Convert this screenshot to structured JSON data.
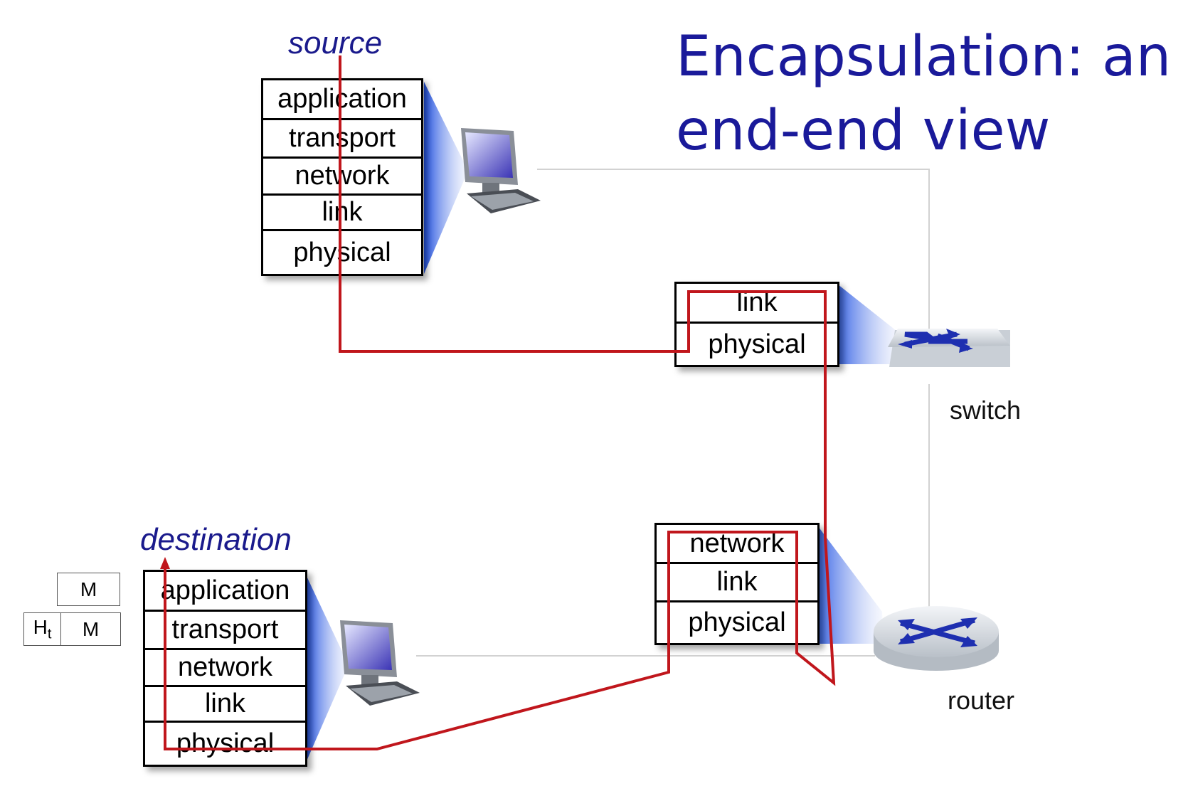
{
  "title": {
    "line1": "Encapsulation: an",
    "line2": "end-end view"
  },
  "labels": {
    "source": "source",
    "destination": "destination",
    "switch": "switch",
    "router": "router"
  },
  "source_stack": [
    "application",
    "transport",
    "network",
    "link",
    "physical"
  ],
  "switch_stack": [
    "link",
    "physical"
  ],
  "router_stack": [
    "network",
    "link",
    "physical"
  ],
  "destination_stack": [
    "application",
    "transport",
    "network",
    "link",
    "physical"
  ],
  "messages": {
    "m1": "M",
    "h": "H",
    "h_sub": "t",
    "m2": "M"
  },
  "colors": {
    "title": "#1a1a9a",
    "path": "#c0161c",
    "glow": "#3a6ae8"
  }
}
